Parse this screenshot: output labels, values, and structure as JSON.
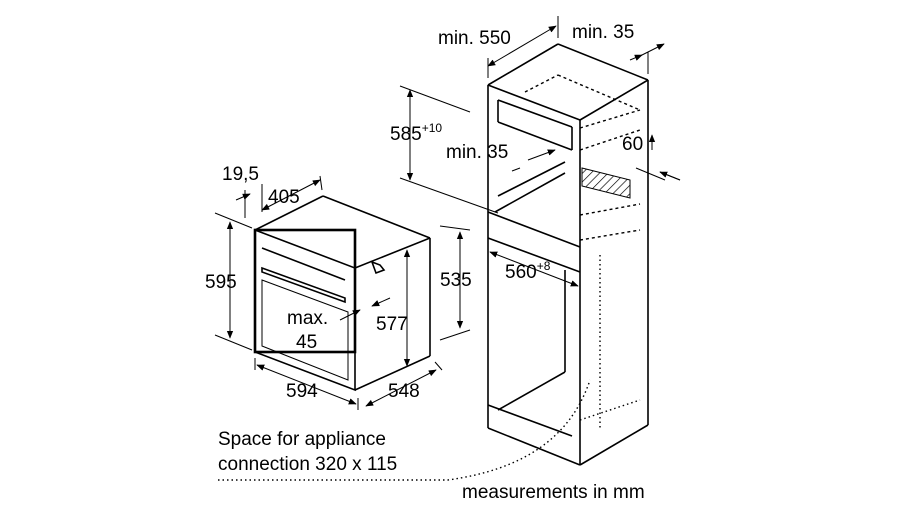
{
  "dimensions": {
    "cabinet_depth": "min. 550",
    "cabinet_top_gap": "min. 35",
    "niche_height": "585",
    "niche_height_tol": "+10",
    "vent_gap": "min. 35",
    "vent_height": "60",
    "niche_width": "560",
    "niche_width_tol": "+8",
    "front_offset": "19,5",
    "top_depth": "405",
    "oven_height": "595",
    "body_height": "535",
    "inner_height": "577",
    "handle_max": "max.",
    "handle_max_value": "45",
    "oven_width": "594",
    "oven_depth": "548"
  },
  "notes": {
    "connection_line1": "Space for appliance",
    "connection_line2": "connection 320 x 115",
    "units": "measurements in mm"
  }
}
